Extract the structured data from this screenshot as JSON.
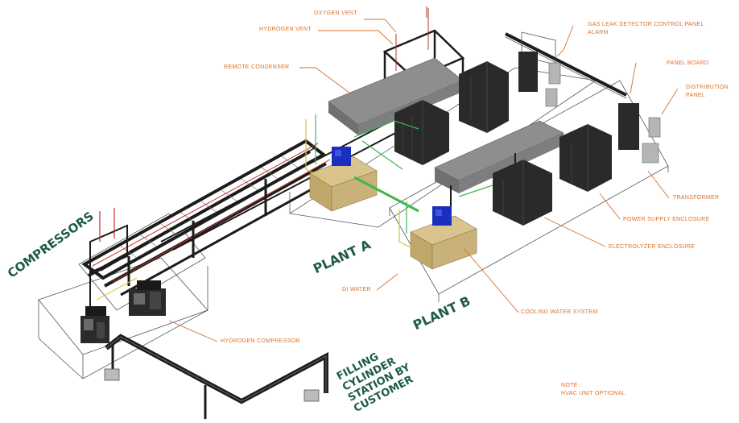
{
  "colors": {
    "callout": "#d9702a",
    "section_label": "#1f5b4a",
    "steel": "#1c1c1c",
    "roof": "#8d8e90",
    "tank": "#c9b27a",
    "pump": "#1a2fbf",
    "piping_green": "#3fb64c",
    "piping_yellow": "#d7c23a",
    "vent_red": "#c0312d",
    "enclosure": "#2a2a2a",
    "outline": "#555555"
  },
  "callouts": {
    "oxygen_vent": "OXYGEN VENT",
    "hydrogen_vent": "HYDROGEN VENT",
    "remote_condenser": "REMOTE CONDENSER",
    "gas_leak_detector_line1": "GAS LEAK DETECTOR CONTROL PANEL",
    "gas_leak_detector_line2": "ALARM",
    "panel_board": "PANEL BOARD",
    "distribution_panel_line1": "DISTRIBUTION",
    "distribution_panel_line2": "PANEL",
    "transformer": "TRANSFORMER",
    "power_supply_enclosure": "POWER SUPPLY ENCLOSURE",
    "electrolyzer_enclosure": "ELECTROLYZER ENCLOSURE",
    "cooling_water_system": "COOLING WATER SYSTEM",
    "di_water": "DI WATER",
    "hydrogen_compressor": "HYDROGEN COMPRESSOR"
  },
  "section_labels": {
    "compressors": "COMPRESSORS",
    "plant_a": "PLANT A",
    "plant_b": "PLANT B",
    "filling_line1": "FILLING",
    "filling_line2": "CYLINDER",
    "filling_line3": "STATION BY",
    "filling_line4": "CUSTOMER"
  },
  "note": {
    "heading": "NOTE :",
    "text": "HVAC UNIT OPTIONAL"
  }
}
